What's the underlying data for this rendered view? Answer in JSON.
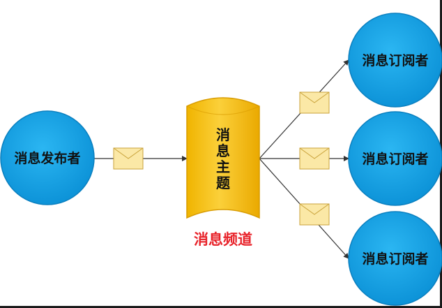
{
  "diagram": {
    "publisher": {
      "label": "消息发布者"
    },
    "topic": {
      "label": "消息主题"
    },
    "channel": {
      "label": "消息频道"
    },
    "subscribers": [
      {
        "label": "消息订阅者"
      },
      {
        "label": "消息订阅者"
      },
      {
        "label": "消息订阅者"
      }
    ],
    "message_icon": "envelope-icon",
    "colors": {
      "node_fill": "#11a3e8",
      "node_stroke": "#0a7fbf",
      "cylinder_fill": "#f7c21a",
      "cylinder_stroke": "#d89b00",
      "envelope_fill": "#fbe8a6",
      "envelope_stroke": "#c9a23a",
      "arrow": "#333333",
      "channel_text": "#e8232a"
    }
  }
}
